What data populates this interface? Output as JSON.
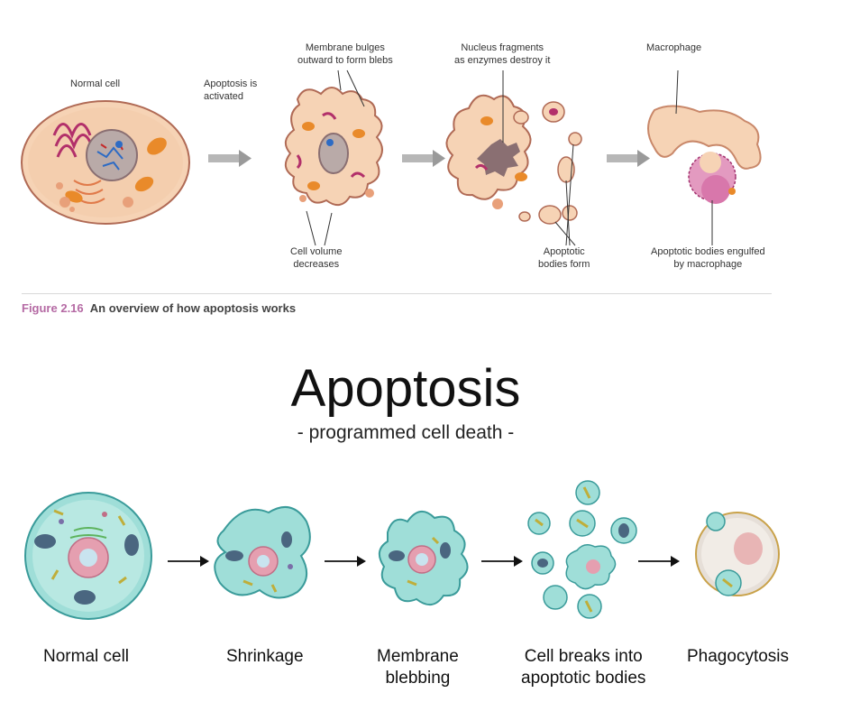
{
  "top_diagram": {
    "labels": {
      "normal_cell": "Normal cell",
      "apoptosis_activated": "Apoptosis is\nactivated",
      "membrane_bulges": "Membrane bulges\noutward to form blebs",
      "nucleus_fragments": "Nucleus fragments\nas enzymes destroy it",
      "macrophage": "Macrophage",
      "cell_volume": "Cell volume\ndecreases",
      "apoptotic_bodies_form": "Apoptotic\nbodies form",
      "bodies_engulfed": "Apoptotic bodies engulfed\nby macrophage"
    },
    "caption_number": "Figure 2.16",
    "caption_text": "An overview of how apoptosis works",
    "colors": {
      "cell_fill": "#f6d3b5",
      "cell_stroke": "#b06a55",
      "organelle": "#e98a2a",
      "er": "#b2306a",
      "arrow": "#9a9a9a",
      "caption_accent": "#b56aa4"
    }
  },
  "bottom_diagram": {
    "title": "Apoptosis",
    "subtitle": "- programmed cell death -",
    "steps": [
      {
        "label": "Normal cell"
      },
      {
        "label": "Shrinkage"
      },
      {
        "label": "Membrane\nblebbing"
      },
      {
        "label": "Cell breaks into\napoptotic bodies"
      },
      {
        "label": "Phagocytosis"
      }
    ],
    "colors": {
      "cell_fill": "#9fded8",
      "cell_stroke": "#3a9b9a",
      "nucleus": "#e59fb0",
      "macrophage": "#e6dfd8"
    }
  }
}
